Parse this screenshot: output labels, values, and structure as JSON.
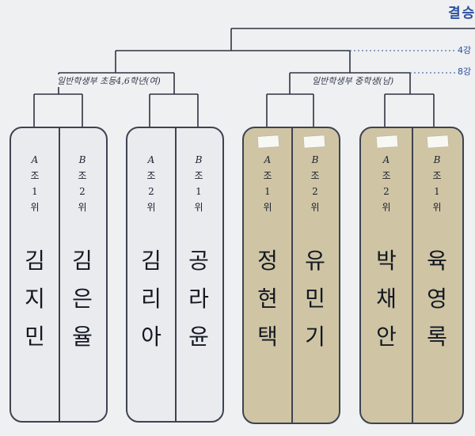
{
  "title": "결승",
  "rounds": {
    "quarter": "4강",
    "eighth": "8강"
  },
  "groups": [
    {
      "label": "일반학생부 초등4,6학년(여)"
    },
    {
      "label": "일반학생부 중학생(남)"
    }
  ],
  "cards": [
    {
      "style": "light",
      "left": {
        "seed": [
          "A",
          "조",
          "1",
          "위"
        ],
        "name": [
          "김",
          "지",
          "민"
        ]
      },
      "right": {
        "seed": [
          "B",
          "조",
          "2",
          "위"
        ],
        "name": [
          "김",
          "은",
          "율"
        ]
      }
    },
    {
      "style": "light",
      "left": {
        "seed": [
          "A",
          "조",
          "2",
          "위"
        ],
        "name": [
          "김",
          "리",
          "아"
        ]
      },
      "right": {
        "seed": [
          "B",
          "조",
          "1",
          "위"
        ],
        "name": [
          "공",
          "라",
          "윤"
        ]
      }
    },
    {
      "style": "tan",
      "left": {
        "seed": [
          "A",
          "조",
          "1",
          "위"
        ],
        "name": [
          "정",
          "현",
          "택"
        ]
      },
      "right": {
        "seed": [
          "B",
          "조",
          "2",
          "위"
        ],
        "name": [
          "유",
          "민",
          "기"
        ]
      }
    },
    {
      "style": "tan",
      "left": {
        "seed": [
          "A",
          "조",
          "2",
          "위"
        ],
        "name": [
          "박",
          "채",
          "안"
        ]
      },
      "right": {
        "seed": [
          "B",
          "조",
          "1",
          "위"
        ],
        "name": [
          "육",
          "영",
          "록"
        ]
      }
    }
  ]
}
